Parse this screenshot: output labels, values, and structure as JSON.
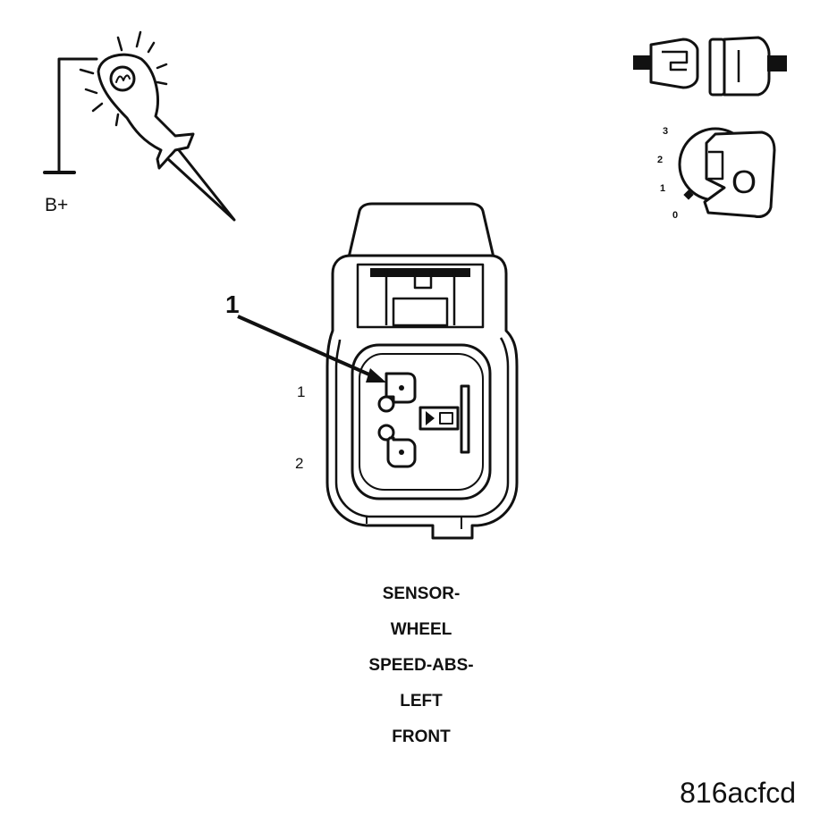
{
  "probe": {
    "label": "B+"
  },
  "ignition": {
    "positions": [
      "3",
      "2",
      "1",
      "0"
    ],
    "key_symbol": "O"
  },
  "connector": {
    "callout": "1",
    "pins": [
      {
        "label": "1"
      },
      {
        "label": "2"
      }
    ]
  },
  "title_lines": [
    "SENSOR-",
    "WHEEL",
    "SPEED-ABS-",
    "LEFT",
    "FRONT"
  ],
  "figure_id": "816acfcd",
  "colors": {
    "ink": "#111111",
    "background": "#ffffff"
  }
}
